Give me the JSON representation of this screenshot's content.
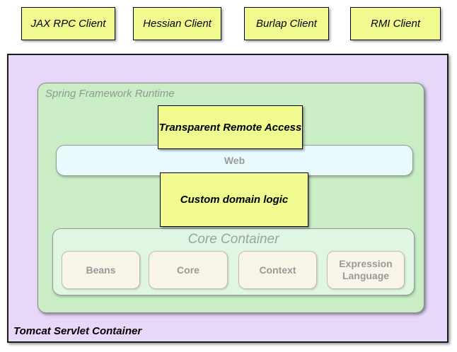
{
  "colors": {
    "client_box_fill": "#F0FA8F",
    "tomcat_fill": "#E7D7F8",
    "runtime_fill": "#C9EEC6",
    "web_fill": "#E9FAFD",
    "core_container_fill": "#DFF6E2",
    "module_fill": "#F9F4E8",
    "label_gray": "#999999",
    "border_black": "#000000"
  },
  "clients": [
    {
      "label": "JAX RPC Client"
    },
    {
      "label": "Hessian Client"
    },
    {
      "label": "Burlap Client"
    },
    {
      "label": "RMI Client"
    }
  ],
  "tomcat": {
    "label": "Tomcat Servlet Container"
  },
  "runtime": {
    "label": "Spring Framework Runtime"
  },
  "remote_access": {
    "label": "Transparent Remote Access"
  },
  "web": {
    "label": "Web"
  },
  "domain_logic": {
    "label": "Custom domain logic"
  },
  "core_container": {
    "title": "Core Container",
    "modules": [
      {
        "label": "Beans"
      },
      {
        "label": "Core"
      },
      {
        "label": "Context"
      },
      {
        "label": "Expression Language"
      }
    ]
  }
}
